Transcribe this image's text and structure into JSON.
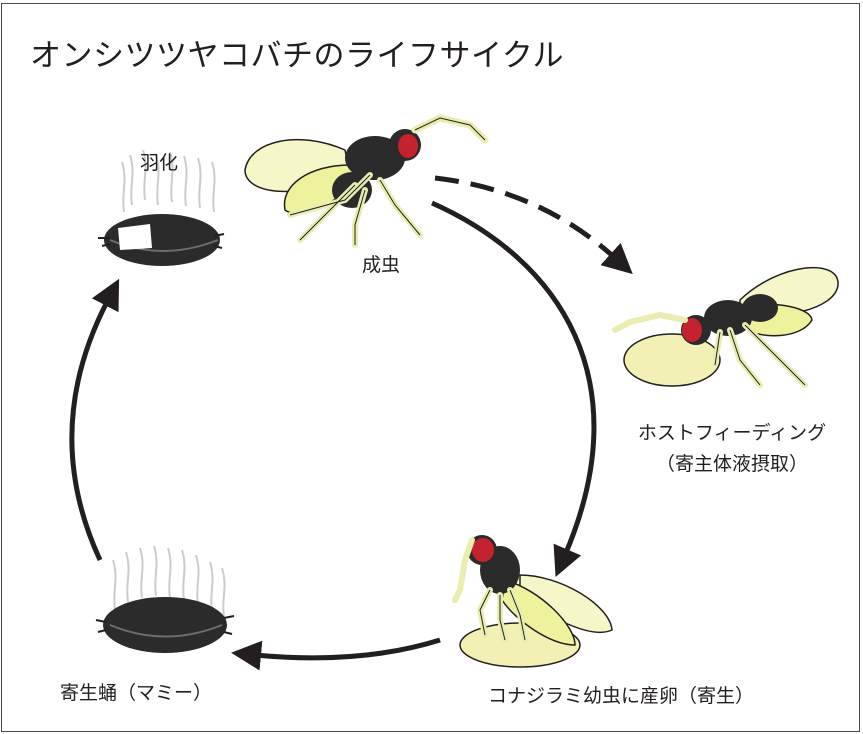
{
  "title": "オンシツツヤコバチのライフサイクル",
  "stages": {
    "emergence": "羽化",
    "adult": "成虫",
    "host_feeding_line1": "ホストフィーディング",
    "host_feeding_line2": "（寄主体液摂取）",
    "oviposition": "コナジラミ幼虫に産卵（寄生）",
    "mummy": "寄生蛹（マミー）"
  },
  "colors": {
    "body": "#2b2b2b",
    "eye": "#c4222f",
    "wing": "#f6f7c8",
    "leg": "#e9edb0",
    "host": "#f3f0b5",
    "line": "#231f20"
  }
}
